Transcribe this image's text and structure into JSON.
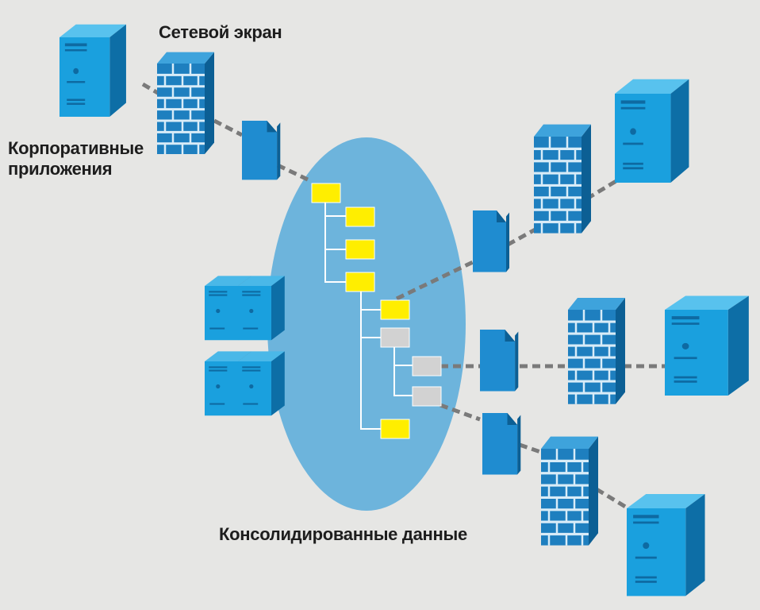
{
  "labels": {
    "firewall": "Сетевой экран",
    "corporate_apps": [
      "Корпоративные",
      "приложения"
    ],
    "consolidated_data": "Консолидированные данные"
  },
  "colors": {
    "background": "#e6e6e4",
    "ellipse": "#6db4dc",
    "server_front": "#1aa0de",
    "server_side": "#0d6ea6",
    "server_top": "#58c2ee",
    "firewall_front": "#1e7fbf",
    "brick_line": "#d8ecf8",
    "document": "#1f8cd0",
    "connector": "#7a7a7a",
    "tree_line": "#ffffff",
    "node_yellow": "#ffee00",
    "node_gray": "#d2d2d2"
  },
  "icons": [
    "server-icon",
    "firewall-icon",
    "document-icon",
    "database-cluster-icon"
  ]
}
